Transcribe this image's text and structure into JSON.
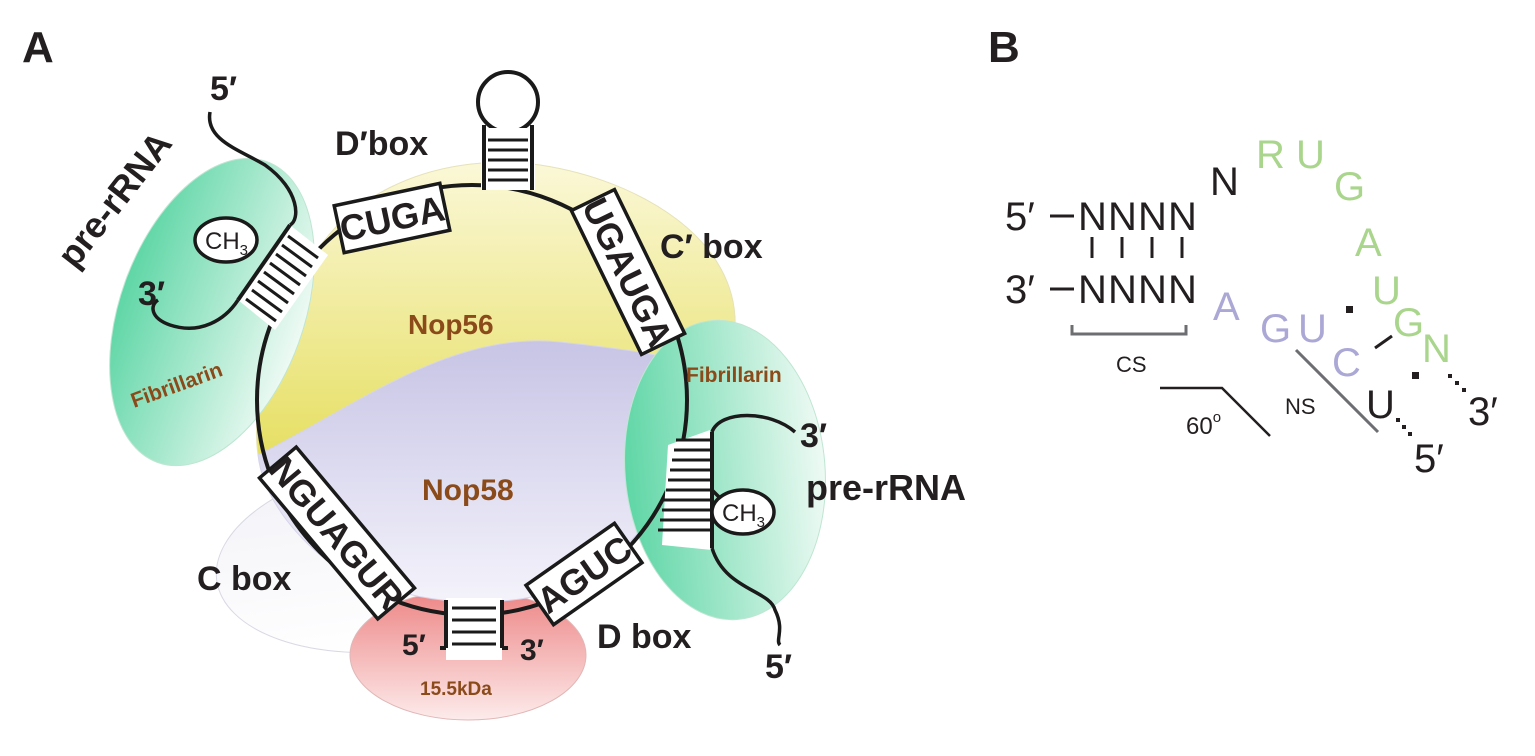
{
  "panel_a": {
    "label": "A",
    "boxes": {
      "d_prime": "CUGA",
      "c_prime": "UGAUGA",
      "c": "NGUAGUR",
      "d": "AGUC"
    },
    "box_labels": {
      "d_prime": "D′box",
      "c_prime": "C′ box",
      "c": "C box",
      "d": "D box"
    },
    "proteins": {
      "nop56": "Nop56",
      "nop58": "Nop58",
      "fibrillarin_left": "Fibrillarin",
      "fibrillarin_right": "Fibrillarin",
      "p15": "15.5kDa"
    },
    "pre_rrna_left": "pre-rRNA",
    "pre_rrna_right": "pre-rRNA",
    "ch3": {
      "base": "CH",
      "sub": "3"
    },
    "ends": {
      "left_5": "5′",
      "left_3": "3′",
      "right_3": "3′",
      "right_5": "5′",
      "stem_5": "5′",
      "stem_3": "3′"
    },
    "colors": {
      "green": "#7fdcb4",
      "yellow": "#eee88a",
      "lavender": "#c8c6e6",
      "pink": "#ef8a8a",
      "protein_text": "#8b4a1a"
    }
  },
  "panel_b": {
    "label": "B",
    "top_strand_prefix": "5′",
    "bottom_strand_prefix": "3′",
    "top_nucleotides": [
      "N",
      "N",
      "N",
      "N"
    ],
    "bottom_nucleotides": [
      "N",
      "N",
      "N",
      "N"
    ],
    "loop_n": "N",
    "green_letters": [
      "R",
      "U",
      "G",
      "A",
      "U",
      "G",
      "N"
    ],
    "purple_letters": [
      "A",
      "G",
      "U",
      "C"
    ],
    "u_letter": "U",
    "end_3": "3′",
    "end_5": "5′",
    "cs_label": "CS",
    "ns_label": "NS",
    "angle_label": "60",
    "angle_degree": "o",
    "colors": {
      "green": "#a9d58c",
      "purple": "#aba8d6"
    }
  }
}
